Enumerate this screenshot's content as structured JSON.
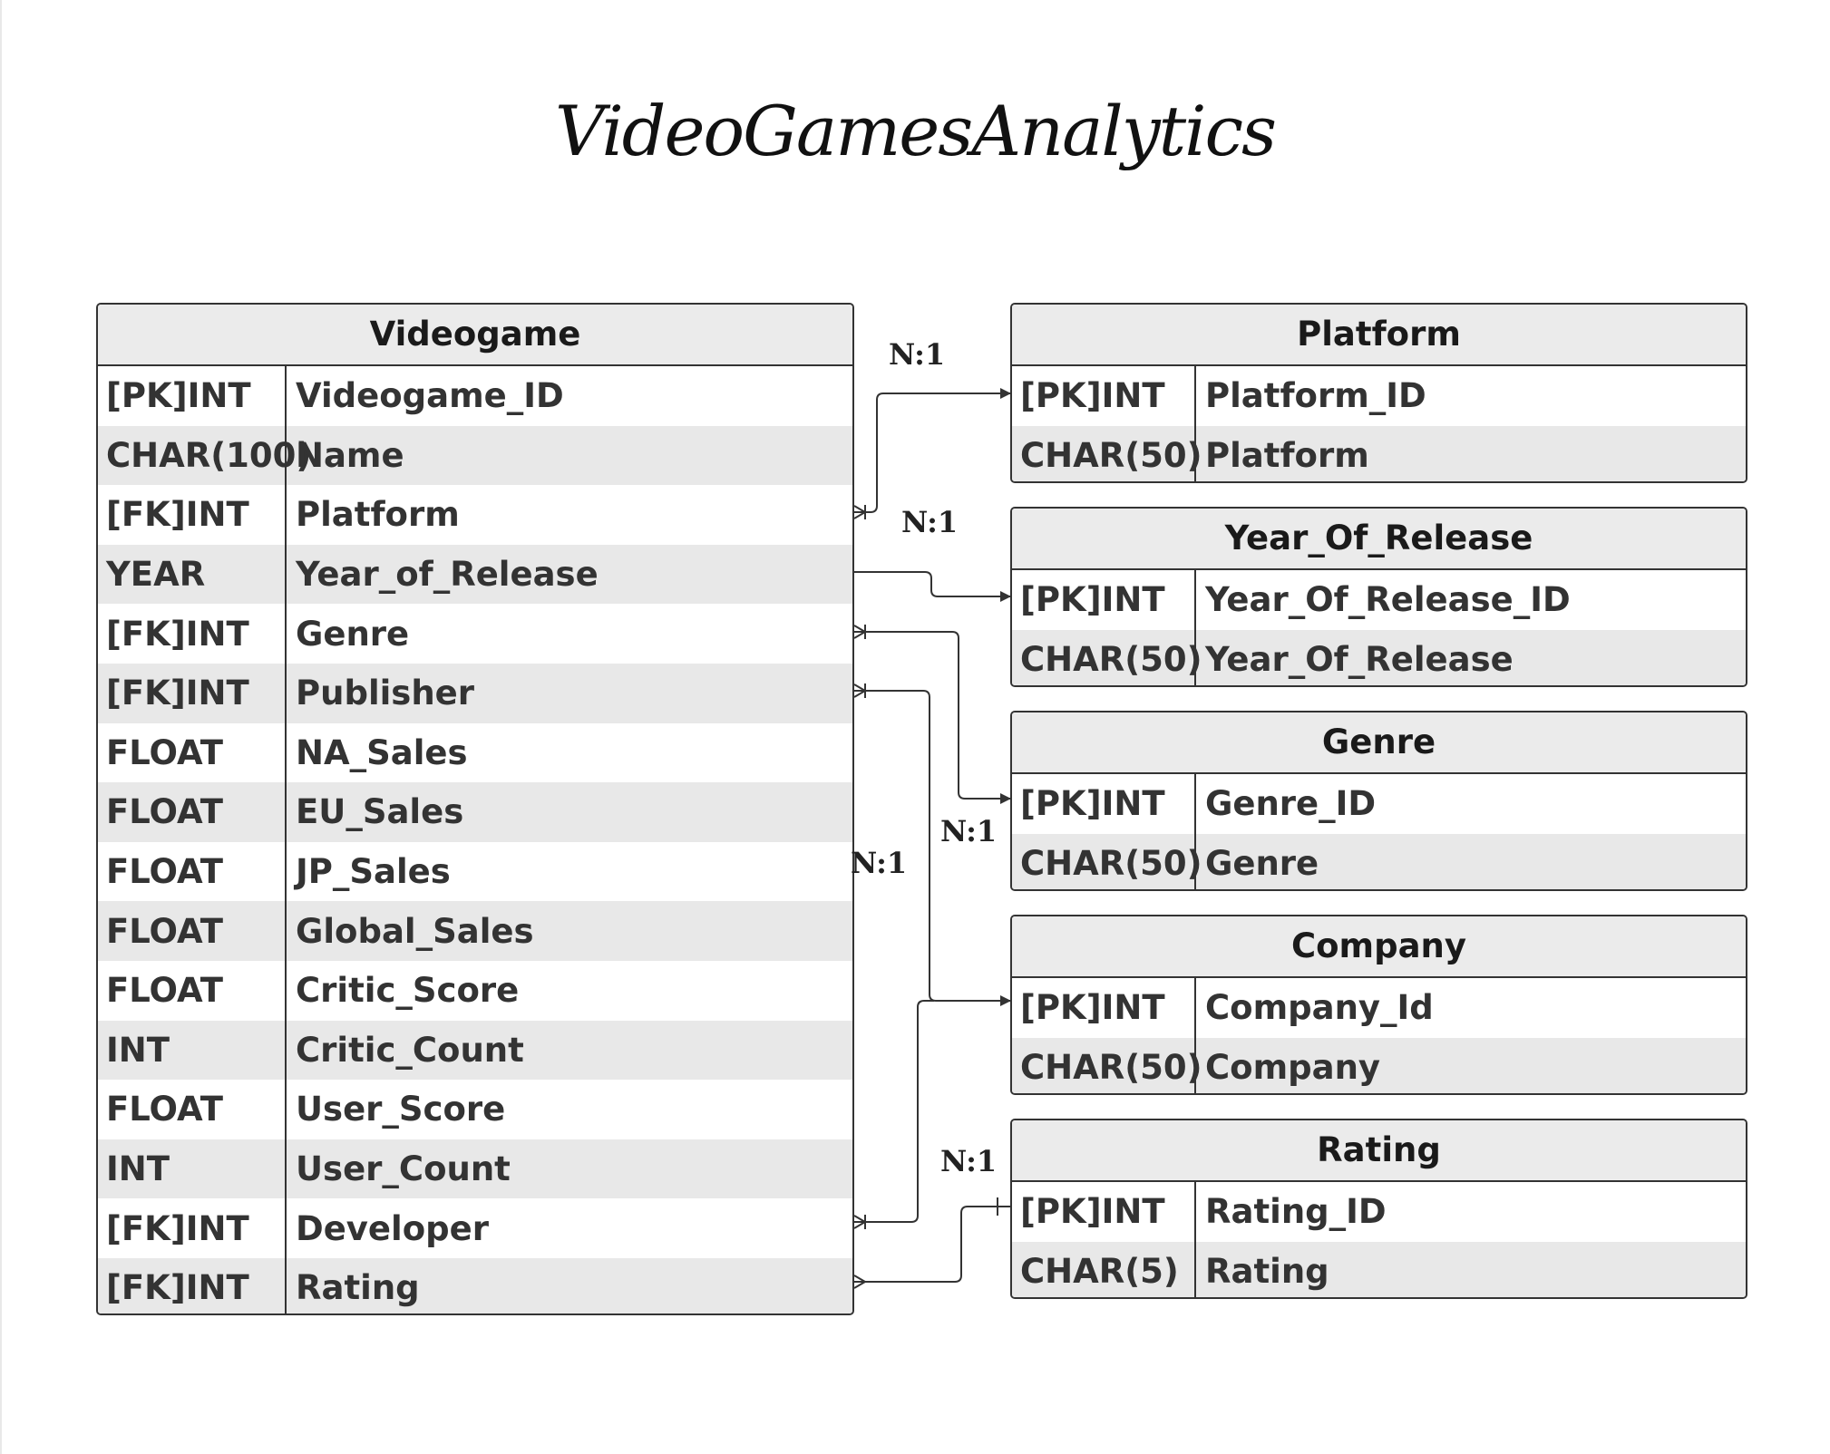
{
  "title": "VideoGamesAnalytics",
  "entities": {
    "videogame": {
      "name": "Videogame",
      "fields": [
        {
          "type": "[PK]INT",
          "name": "Videogame_ID"
        },
        {
          "type": "CHAR(100)",
          "name": "Name"
        },
        {
          "type": "[FK]INT",
          "name": "Platform"
        },
        {
          "type": "YEAR",
          "name": "Year_of_Release"
        },
        {
          "type": "[FK]INT",
          "name": "Genre"
        },
        {
          "type": "[FK]INT",
          "name": "Publisher"
        },
        {
          "type": "FLOAT",
          "name": "NA_Sales"
        },
        {
          "type": "FLOAT",
          "name": "EU_Sales"
        },
        {
          "type": "FLOAT",
          "name": "JP_Sales"
        },
        {
          "type": "FLOAT",
          "name": "Global_Sales"
        },
        {
          "type": "FLOAT",
          "name": "Critic_Score"
        },
        {
          "type": "INT",
          "name": "Critic_Count"
        },
        {
          "type": "FLOAT",
          "name": "User_Score"
        },
        {
          "type": "INT",
          "name": "User_Count"
        },
        {
          "type": "[FK]INT",
          "name": "Developer"
        },
        {
          "type": "[FK]INT",
          "name": "Rating"
        }
      ]
    },
    "platform": {
      "name": "Platform",
      "fields": [
        {
          "type": "[PK]INT",
          "name": "Platform_ID"
        },
        {
          "type": "CHAR(50)",
          "name": "Platform"
        }
      ]
    },
    "year_of_release": {
      "name": "Year_Of_Release",
      "fields": [
        {
          "type": "[PK]INT",
          "name": "Year_Of_Release_ID"
        },
        {
          "type": "CHAR(50)",
          "name": "Year_Of_Release"
        }
      ]
    },
    "genre": {
      "name": "Genre",
      "fields": [
        {
          "type": "[PK]INT",
          "name": "Genre_ID"
        },
        {
          "type": "CHAR(50)",
          "name": "Genre"
        }
      ]
    },
    "company": {
      "name": "Company",
      "fields": [
        {
          "type": "[PK]INT",
          "name": "Company_Id"
        },
        {
          "type": "CHAR(50)",
          "name": "Company"
        }
      ]
    },
    "rating": {
      "name": "Rating",
      "fields": [
        {
          "type": "[PK]INT",
          "name": "Rating_ID"
        },
        {
          "type": "CHAR(5)",
          "name": "Rating"
        }
      ]
    }
  },
  "relationships": {
    "platform": "N:1",
    "year": "N:1",
    "genre": "N:1",
    "publisher": "N:1",
    "rating": "N:1"
  }
}
